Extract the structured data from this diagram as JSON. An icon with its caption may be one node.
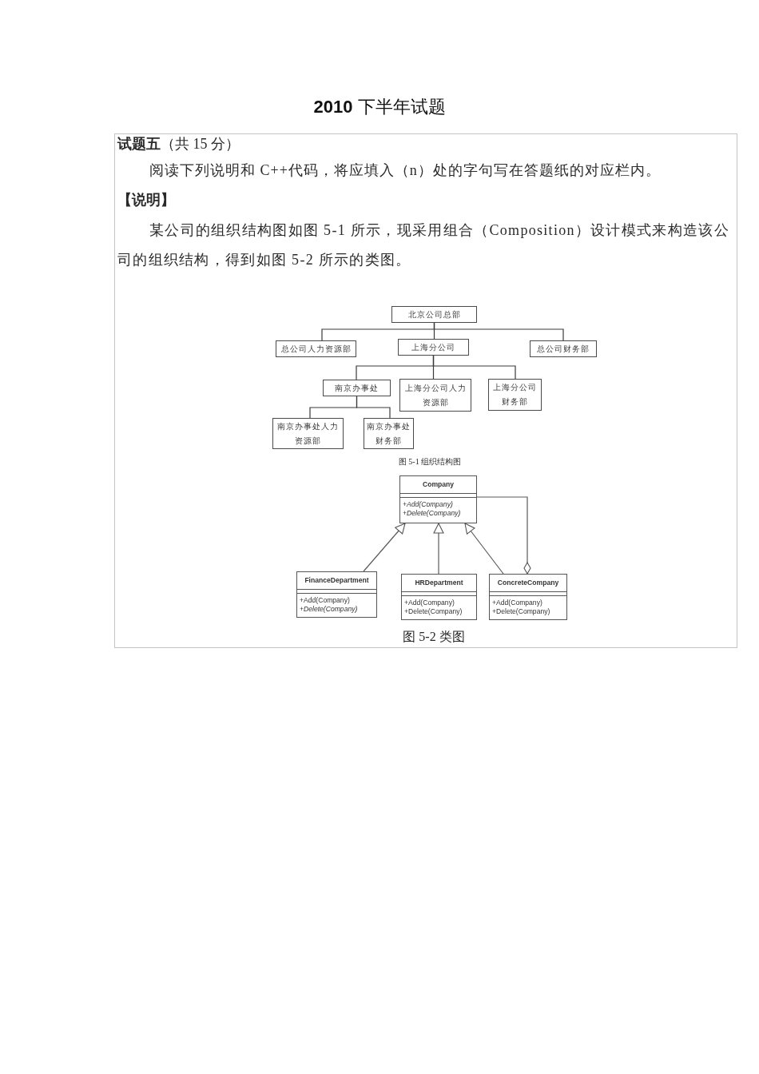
{
  "diagram": {
    "title": "**2010** 下半年试题",
    "nodes": [
      {
        "text": [
          "北京公司总部"
        ]
      },
      {
        "text": [
          "总公司人力资源部"
        ]
      },
      {
        "text": [
          "上海分公司"
        ]
      },
      {
        "text": [
          "总公司财务部"
        ]
      },
      {
        "text": [
          "南京办事处"
        ]
      },
      {
        "text": [
          "上海分公司人力资源部"
        ]
      },
      {
        "text": [
          "上海分公司财务部"
        ]
      },
      {
        "text": [
          "南京办事处人力资源部"
        ]
      },
      {
        "text": [
          "南京办事处财务部"
        ]
      },
      {
        "text": [
          "Company",
          "+Add(Company)",
          "+Delete(Company)"
        ]
      },
      {
        "text": [
          "FinanceDepartment",
          "+Add(Company)",
          "+Delete(Company)"
        ]
      },
      {
        "text": [
          "HRDepartment",
          "+Add(Company)",
          "+Delete(Company)"
        ]
      },
      {
        "text": [
          "ConcreteCompany",
          "+Add(Company)",
          "+Delete(Company)"
        ]
      }
    ],
    "edges": [
      {
        "from": 0,
        "to": 1,
        "arrow": "none"
      },
      {
        "from": 0,
        "to": 2,
        "arrow": "none"
      },
      {
        "from": 0,
        "to": 3,
        "arrow": "none"
      },
      {
        "from": 2,
        "to": 4,
        "arrow": "none"
      },
      {
        "from": 2,
        "to": 5,
        "arrow": "none"
      },
      {
        "from": 2,
        "to": 6,
        "arrow": "none"
      },
      {
        "from": 4,
        "to": 7,
        "arrow": "none"
      },
      {
        "from": 4,
        "to": 8,
        "arrow": "none"
      },
      {
        "from": 10,
        "to": 9,
        "arrow": "to"
      },
      {
        "from": 11,
        "to": 9,
        "arrow": "to"
      },
      {
        "from": 12,
        "to": 9,
        "arrow": "to"
      },
      {
        "from": 12,
        "to": 9,
        "arrow": "other"
      }
    ],
    "labels": [
      "**试题五**（共 15 分）",
      "阅读下列说明和 C++代码，将应填入（n）处的字句写在答题纸的对应栏内。",
      "【说明】",
      "某公司的组织结构图如图 5-1 所示，现采用组合（Composition）设计模式来构造该公司的组织结构，得到如图 5-2 所示的类图。",
      "图 5-1 组织结构图",
      "图 5-2 类图"
    ]
  }
}
